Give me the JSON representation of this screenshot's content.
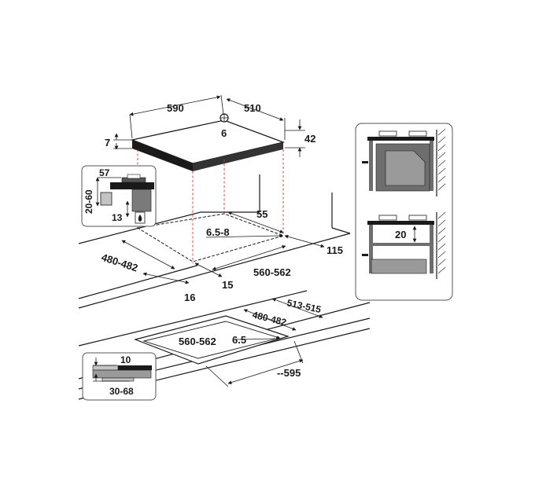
{
  "hob_top": {
    "width": "590",
    "depth": "510",
    "burner_height": "6",
    "glass_thickness": "7",
    "total_height": "42"
  },
  "cutout_top": {
    "rear_clearance": "55",
    "corner_radius": "6.5-8",
    "depth": "480-482",
    "width": "560-562",
    "side_clearance": "115",
    "front_min": "15",
    "front_edge": "16"
  },
  "cutout_flush": {
    "outer_depth": "513-515",
    "inner_depth": "480-482",
    "inner_width": "560-562",
    "corner_radius": "6.5",
    "outer_width": "--595"
  },
  "inset_gas": {
    "width": "57",
    "height_range": "20-60",
    "gap": "13"
  },
  "inset_flush": {
    "step": "10",
    "thickness_range": "30-68"
  },
  "panel_oven": {
    "clearance": "20"
  }
}
